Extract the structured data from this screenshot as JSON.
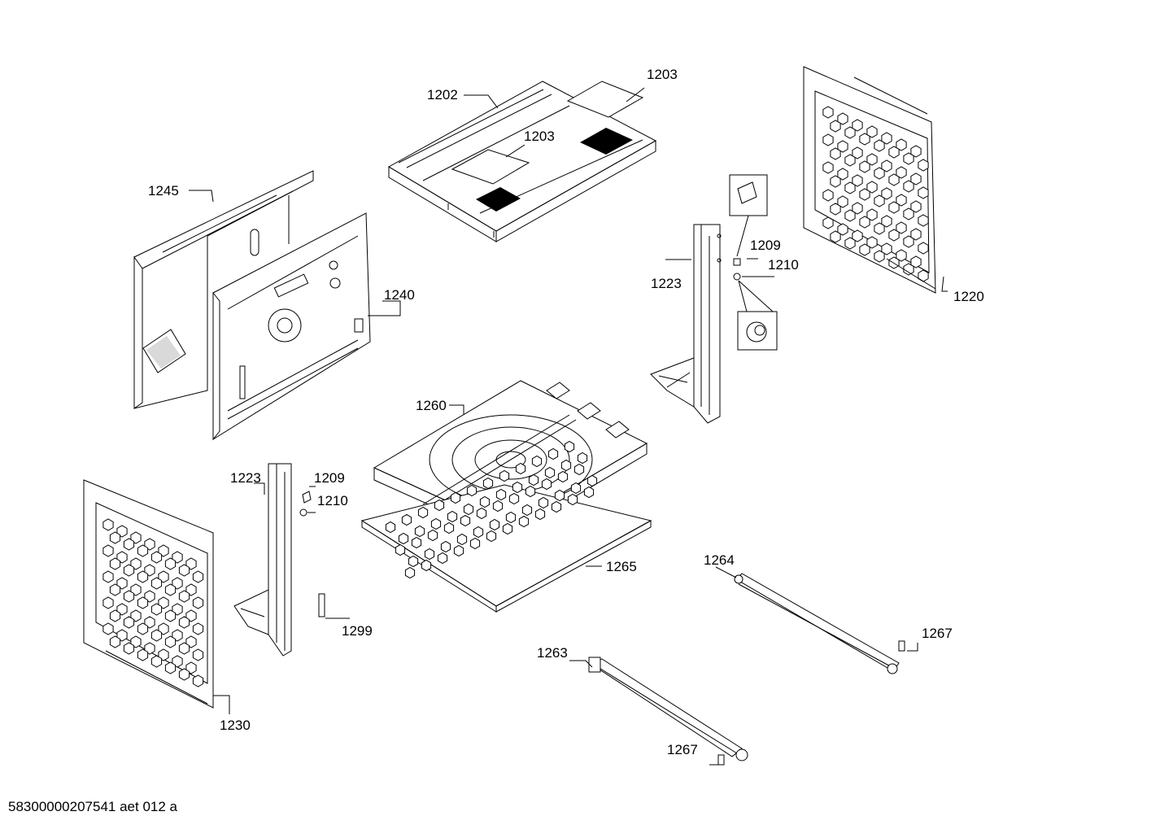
{
  "labels": {
    "l1202": "1202",
    "l1203a": "1203",
    "l1203b": "1203",
    "l1245": "1245",
    "l1240": "1240",
    "l1223a": "1223",
    "l1209a": "1209",
    "l1210a": "1210",
    "l1220": "1220",
    "l1260": "1260",
    "l1223b": "1223",
    "l1209b": "1209",
    "l1210b": "1210",
    "l1265": "1265",
    "l1264": "1264",
    "l1267a": "1267",
    "l1299": "1299",
    "l1263": "1263",
    "l1267b": "1267",
    "l1230": "1230"
  },
  "footer": "58300000207541 aet 012 a"
}
